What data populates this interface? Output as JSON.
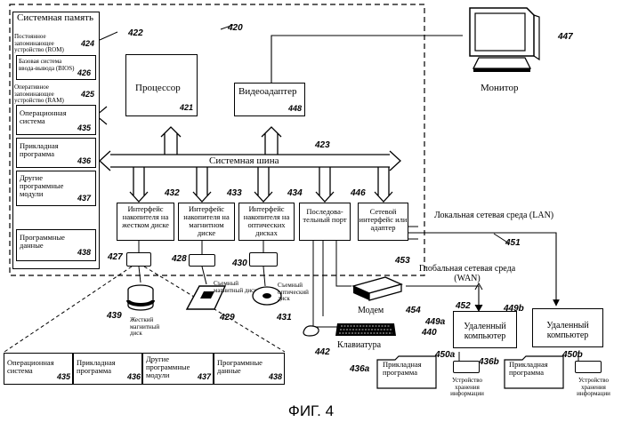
{
  "caption": "ФИГ. 4",
  "computer": {
    "ref": "420",
    "system_memory": {
      "title": "Системная память",
      "ref": "422",
      "rom": {
        "label": "Постоянное запоминающее устройство (ROM)",
        "ref": "424"
      },
      "bios": {
        "label": "Базовая система ввода-вывода (BIOS)",
        "ref": "426"
      },
      "ram": {
        "label": "Оперативное запоминающее устройство (RAM)",
        "ref": "425"
      },
      "items": [
        {
          "label": "Операционная система",
          "ref": "435"
        },
        {
          "label": "Прикладная программа",
          "ref": "436"
        },
        {
          "label": "Другие программные модули",
          "ref": "437"
        },
        {
          "label": "Программные данные",
          "ref": "438"
        }
      ]
    },
    "processor": {
      "label": "Процессор",
      "ref": "421"
    },
    "video_adapter": {
      "label": "Видеоадаптер",
      "ref": "448"
    },
    "system_bus": {
      "label": "Системная шина",
      "ref": "423"
    },
    "interfaces": [
      {
        "label": "Интерфейс накопителя на жестком диске",
        "ref": "432"
      },
      {
        "label": "Интерфейс накопителя на магнитном диске",
        "ref": "433"
      },
      {
        "label": "Интерфейс накопителя на оптических дисках",
        "ref": "434"
      },
      {
        "label": "Последова-тельный порт",
        "ref": "446"
      },
      {
        "label": "Сетевой интерфейс или адаптер",
        "ref": "453"
      }
    ]
  },
  "monitor": {
    "label": "Монитор",
    "ref": "447"
  },
  "drives": {
    "hdd_ref": "427",
    "fdd_ref": "428",
    "cd_ref": "430",
    "hard_disk": {
      "label": "Жесткий магнитный диск",
      "ref": "439"
    },
    "floppy": {
      "label": "Съемный магнитный диск",
      "ref": "429"
    },
    "optical": {
      "label": "Съемный оптический диск",
      "ref": "431"
    }
  },
  "disk_contents": [
    {
      "label": "Операционная система",
      "ref": "435"
    },
    {
      "label": "Прикладная программа",
      "ref": "436"
    },
    {
      "label": "Другие программные модули",
      "ref": "437"
    },
    {
      "label": "Программные данные",
      "ref": "438"
    }
  ],
  "peripherals": {
    "mouse_ref": "442",
    "keyboard": {
      "label": "Клавиатура",
      "ref": "440"
    },
    "modem": {
      "label": "Модем",
      "ref": "454"
    }
  },
  "networks": {
    "lan": {
      "label": "Локальная сетевая среда (LAN)",
      "ref": "451"
    },
    "wan": {
      "label": "Глобальная сетевая среда (WAN)",
      "ref": "452"
    }
  },
  "remote_a": {
    "label": "Удаленный компьютер",
    "ref": "449a",
    "app": {
      "label": "Прикладная программа",
      "ref": "436a"
    },
    "storage": {
      "label": "Устройство хранения информации",
      "ref": "450a"
    },
    "app_ref2": "436b"
  },
  "remote_b": {
    "label": "Удаленный компьютер",
    "ref": "449b",
    "app": {
      "label": "Прикладная программа",
      "ref": ""
    },
    "storage": {
      "label": "Устройство хранения информации",
      "ref": "450b"
    }
  }
}
